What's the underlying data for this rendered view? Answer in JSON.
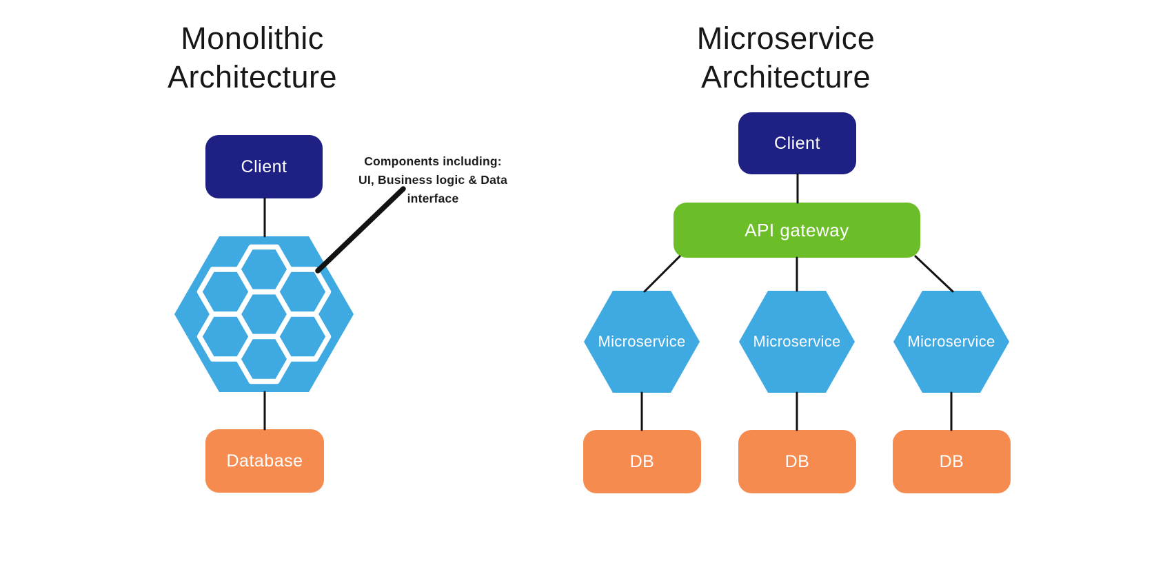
{
  "colors": {
    "navy": "#1E2183",
    "blue": "#3FA9E2",
    "green": "#6CBE28",
    "orange": "#F68B50",
    "line": "#121212",
    "text": "#171717",
    "bg": "#ffffff"
  },
  "monolithic": {
    "title": "Monolithic Architecture",
    "client_label": "Client",
    "database_label": "Database",
    "annotation": {
      "lines": [
        "Components including:",
        "UI, Business logic & Data",
        "interface"
      ]
    }
  },
  "microservice": {
    "title": "Microservice Architecture",
    "client_label": "Client",
    "api_gateway_label": "API gateway",
    "services": [
      {
        "label": "Microservice",
        "db_label": "DB"
      },
      {
        "label": "Microservice",
        "db_label": "DB"
      },
      {
        "label": "Microservice",
        "db_label": "DB"
      }
    ]
  }
}
